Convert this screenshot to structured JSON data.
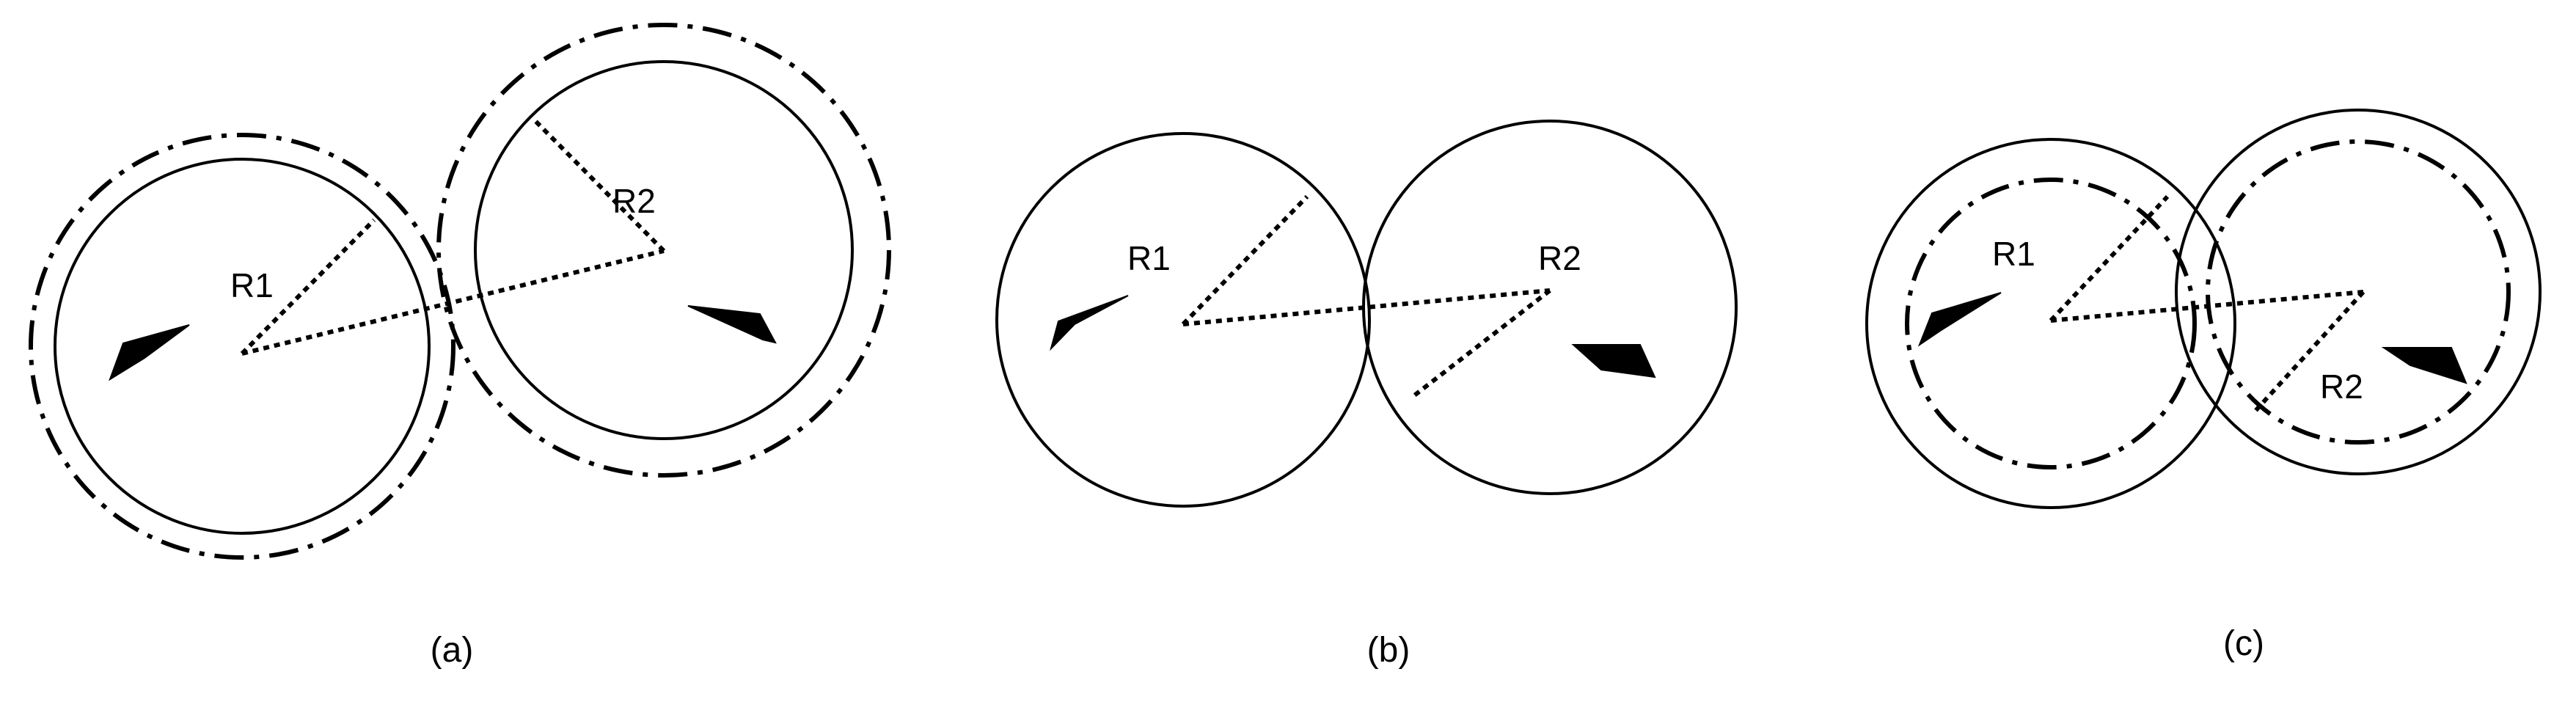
{
  "panels": [
    {
      "caption": "(a)",
      "radius_labels": [
        "R1",
        "R2"
      ]
    },
    {
      "caption": "(b)",
      "radius_labels": [
        "R1",
        "R2"
      ]
    },
    {
      "caption": "(c)",
      "radius_labels": [
        "R1",
        "R2"
      ]
    }
  ],
  "colors": {
    "stroke": "#000000",
    "background": "#ffffff"
  }
}
